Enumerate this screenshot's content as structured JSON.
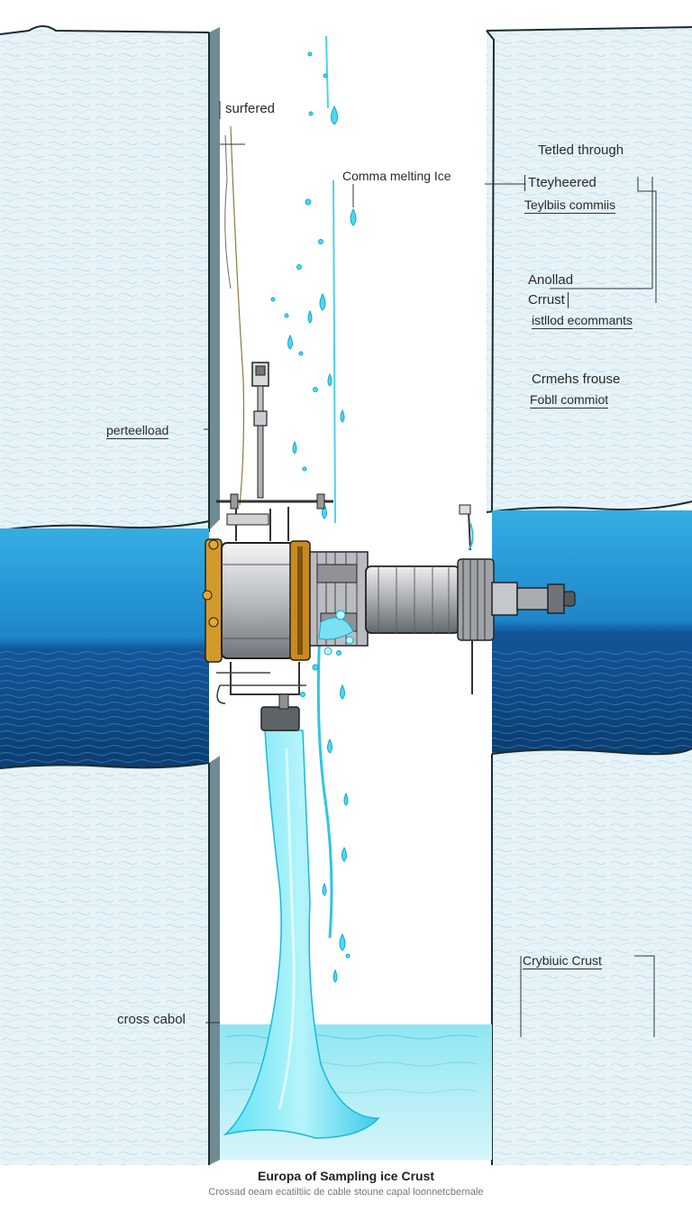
{
  "labels": {
    "surfaced": "surfered",
    "tethered_through": "Tetled through",
    "comm_melting_ice": "Comma melting Ice",
    "tethered": "Tteyheered",
    "tethered_comms": "Teylbiis commiis",
    "anolad": "Anollad",
    "crust": "Crrust",
    "istilod_ecomments": "istllod ecommants",
    "crmehs_frouse": "Crmehs frouse",
    "fobll_commiot": "Fobll commiot",
    "perteelload": "perteelload",
    "cryobiuic_crust": "Crybiuic Crust",
    "cross_cabol": "cross cabol"
  },
  "caption": {
    "title": "Europa of Sampling ice Crust",
    "subtitle": "Crossad oeam ecatiltiic de cable stoune capal loonnetcbernale"
  },
  "colors": {
    "ice": "#eaf6fa",
    "ice_edge": "#1e2b2e",
    "ocean_top": "#2ea6e0",
    "ocean_deep": "#0e4a86",
    "meltwater": "#43d6f0",
    "probe_body": "#c9ccd0",
    "probe_ring": "#c7861d"
  }
}
